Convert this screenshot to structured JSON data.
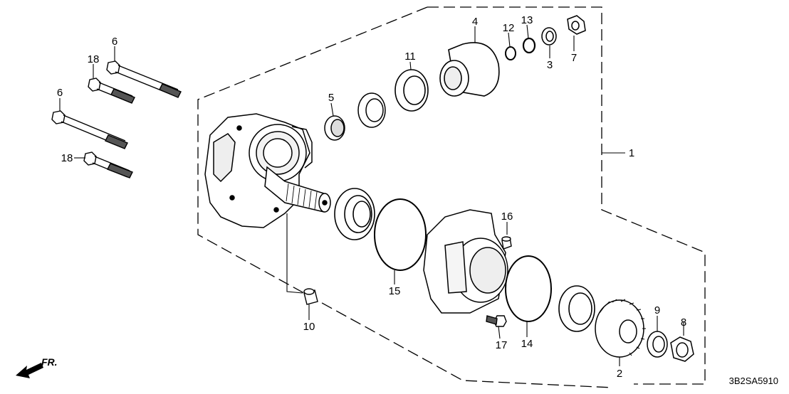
{
  "diagram": {
    "callouts": {
      "c1": "1",
      "c2": "2",
      "c3": "3",
      "c4": "4",
      "c5": "5",
      "c6a": "6",
      "c6b": "6",
      "c7": "7",
      "c8": "8",
      "c9": "9",
      "c10": "10",
      "c11": "11",
      "c12": "12",
      "c13": "13",
      "c14": "14",
      "c15": "15",
      "c16": "16",
      "c17": "17",
      "c18a": "18",
      "c18b": "18"
    },
    "diagram_code": "3B2SA5910",
    "front_label": "FR."
  }
}
